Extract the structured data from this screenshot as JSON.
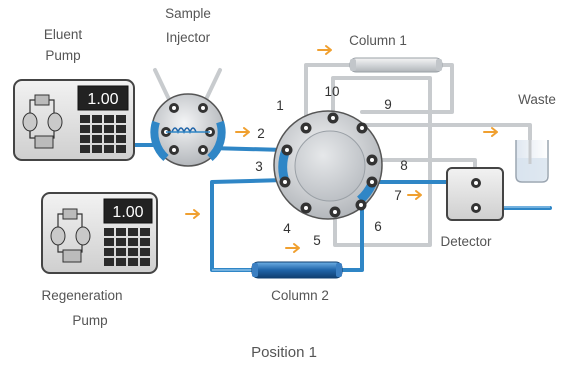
{
  "labels": {
    "eluent_pump_1": "Eluent",
    "eluent_pump_2": "Pump",
    "sample_injector_1": "Sample",
    "sample_injector_2": "Injector",
    "column1": "Column 1",
    "column2": "Column 2",
    "waste": "Waste",
    "detector": "Detector",
    "regeneration_pump_1": "Regeneration",
    "regeneration_pump_2": "Pump",
    "caption": "Position 1"
  },
  "pumps": {
    "eluent_display": "1.00",
    "regeneration_display": "1.00"
  },
  "ports": [
    "1",
    "2",
    "3",
    "4",
    "5",
    "6",
    "7",
    "8",
    "9",
    "10"
  ],
  "colors": {
    "blue": "#2f86c6",
    "arrow": "#f0a030",
    "gray_tube": "#c8cbce",
    "text": "#555555"
  }
}
